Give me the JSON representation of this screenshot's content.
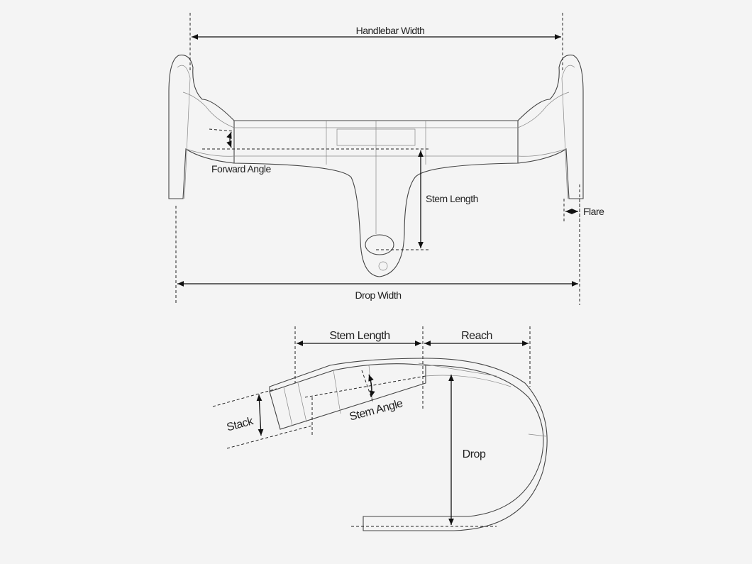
{
  "top_view": {
    "handlebar_width": "Handlebar Width",
    "forward_angle": "Forward Angle",
    "stem_length": "Stem Length",
    "flare": "Flare",
    "drop_width": "Drop Width"
  },
  "side_view": {
    "stem_length": "Stem Length",
    "reach": "Reach",
    "stack": "Stack",
    "stem_angle": "Stem Angle",
    "drop": "Drop"
  }
}
